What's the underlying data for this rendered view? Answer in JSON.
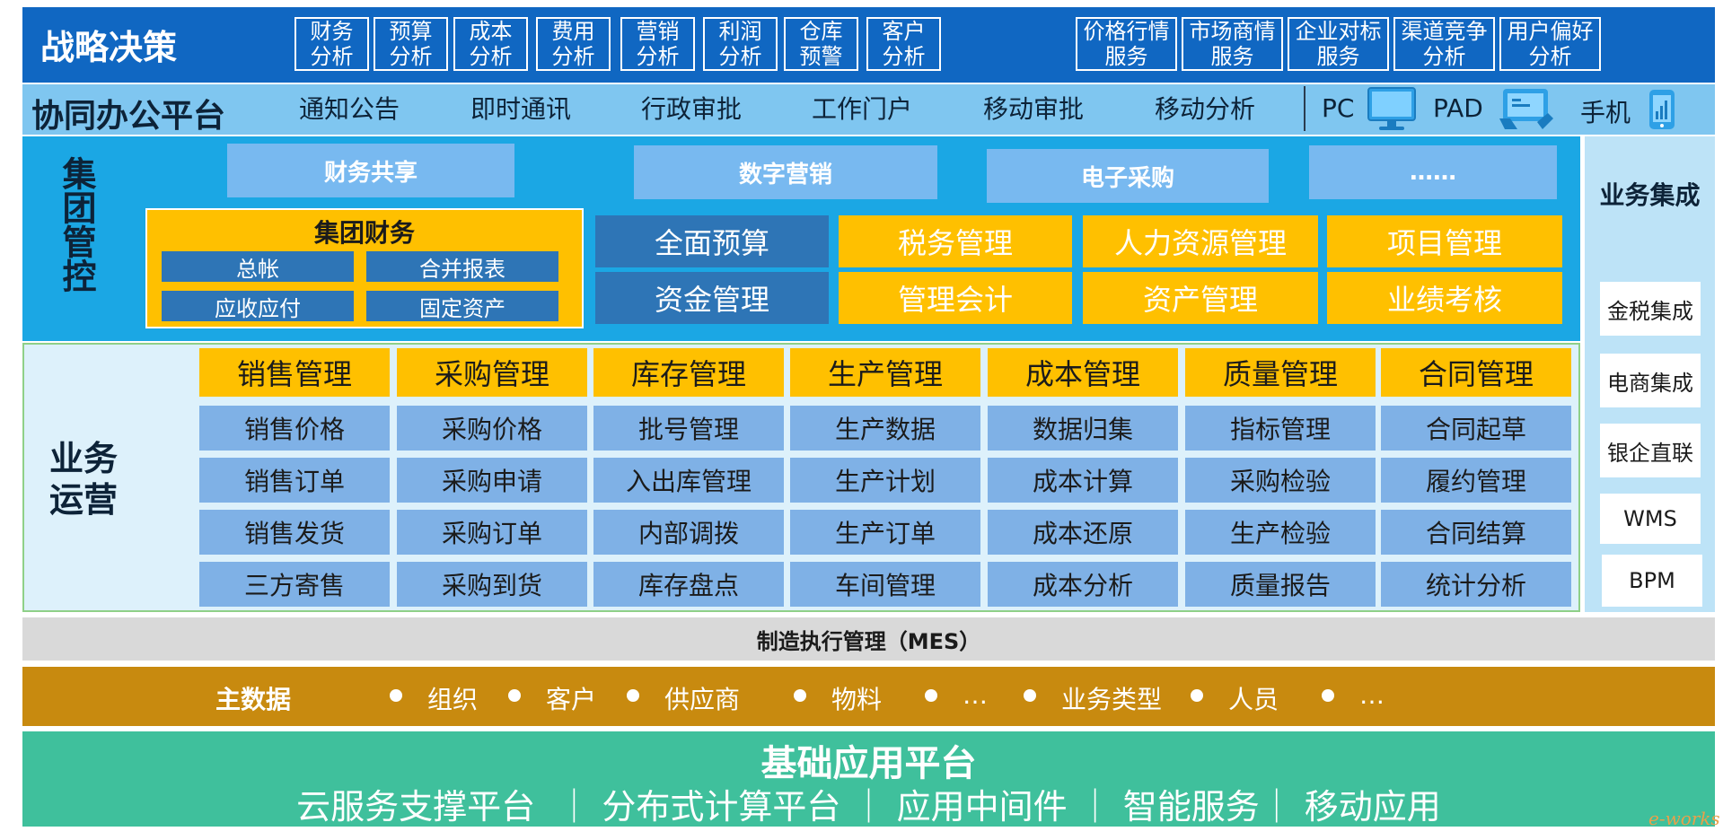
{
  "strategy": {
    "title": "战略决策",
    "items_left": [
      {
        "l1": "财务",
        "l2": "分析"
      },
      {
        "l1": "预算",
        "l2": "分析"
      },
      {
        "l1": "成本",
        "l2": "分析"
      },
      {
        "l1": "费用",
        "l2": "分析"
      },
      {
        "l1": "营销",
        "l2": "分析"
      },
      {
        "l1": "利润",
        "l2": "分析"
      },
      {
        "l1": "仓库",
        "l2": "预警"
      },
      {
        "l1": "客户",
        "l2": "分析"
      }
    ],
    "items_right": [
      {
        "l1": "价格行情",
        "l2": "服务"
      },
      {
        "l1": "市场商情",
        "l2": "服务"
      },
      {
        "l1": "企业对标",
        "l2": "服务"
      },
      {
        "l1": "渠道竞争",
        "l2": "分析"
      },
      {
        "l1": "用户偏好",
        "l2": "分析"
      }
    ]
  },
  "collab": {
    "title": "协同办公平台",
    "items": [
      "通知公告",
      "即时通讯",
      "行政审批",
      "工作门户",
      "移动审批",
      "移动分析"
    ],
    "devices": [
      "PC",
      "PAD",
      "手机"
    ],
    "device_icons": [
      "monitor-icon",
      "tablet-icon",
      "phone-icon"
    ]
  },
  "group": {
    "title": "集团管控",
    "top": [
      "财务共享",
      "数字营销",
      "电子采购",
      "……"
    ],
    "finance_title": "集团财务",
    "finance_items": [
      "总帐",
      "合并报表",
      "应收应付",
      "固定资产"
    ],
    "modules_row1": [
      "全面预算",
      "税务管理",
      "人力资源管理",
      "项目管理"
    ],
    "modules_row2": [
      "资金管理",
      "管理会计",
      "资产管理",
      "业绩考核"
    ]
  },
  "integration": {
    "title": "业务集成",
    "items": [
      "金税集成",
      "电商集成",
      "银企直联",
      "WMS",
      "BPM"
    ]
  },
  "operations": {
    "title": "业务运营",
    "columns": [
      {
        "head": "销售管理",
        "items": [
          "销售价格",
          "销售订单",
          "销售发货",
          "三方寄售"
        ]
      },
      {
        "head": "采购管理",
        "items": [
          "采购价格",
          "采购申请",
          "采购订单",
          "采购到货"
        ]
      },
      {
        "head": "库存管理",
        "items": [
          "批号管理",
          "入出库管理",
          "内部调拨",
          "库存盘点"
        ]
      },
      {
        "head": "生产管理",
        "items": [
          "生产数据",
          "生产计划",
          "生产订单",
          "车间管理"
        ]
      },
      {
        "head": "成本管理",
        "items": [
          "数据归集",
          "成本计算",
          "成本还原",
          "成本分析"
        ]
      },
      {
        "head": "质量管理",
        "items": [
          "指标管理",
          "采购检验",
          "生产检验",
          "质量报告"
        ]
      },
      {
        "head": "合同管理",
        "items": [
          "合同起草",
          "履约管理",
          "合同结算",
          "统计分析"
        ]
      }
    ]
  },
  "mes": {
    "label": "制造执行管理（MES）"
  },
  "master": {
    "title": "主数据",
    "items": [
      "组织",
      "客户",
      "供应商",
      "物料",
      "…",
      "业务类型",
      "人员",
      "…"
    ]
  },
  "base": {
    "title": "基础应用平台",
    "subtitle": "云服务支撑平台  ｜ 分布式计算平台 ｜ 应用中间件 ｜ 智能服务｜ 移动应用"
  },
  "watermark": "e-works",
  "colors": {
    "strategy_bg": "#1067c2",
    "collab_bg": "#7fc6f0",
    "group_bg": "#1ba7e4",
    "yellow": "#ffc000",
    "dark_blue": "#2e75b6",
    "light_blue": "#7fb1e6",
    "mes_bg": "#d9d9d9",
    "master_bg": "#c88a0f",
    "base_bg": "#3fc09c"
  }
}
